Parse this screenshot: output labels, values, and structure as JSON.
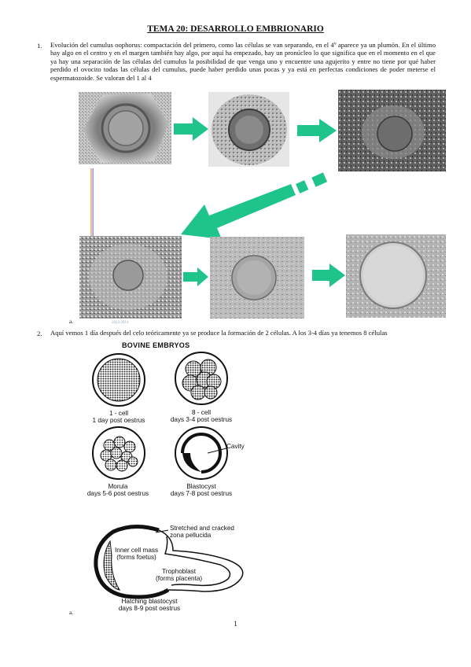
{
  "title": "TEMA 20: DESARROLLO EMBRIONARIO",
  "items": [
    {
      "number": "1.",
      "text": "Evolución del cumulus oophorus: compactación del primero, como las células se van separando, en el 4º aparece ya un plumón. En el último hay algo en el centro y en el margen también hay algo, por aquí ha empezado, hay un pronúcleo lo que significa que en el momento en el que ya hay una separación de las células del cumulus la posibilidad de que venga uno y encuentre una agujerito y entre no tiene por qué haber perdido el ovocito todas las células del cumulus, puede haber perdido unas pocas y ya está en perfectas condiciones de poder meterse el espermatozoide. Se valoran del 1 al 4",
      "sub_label": "a.",
      "faint_text": "2012/2014"
    },
    {
      "number": "2.",
      "text": "Aquí vemos 1 día después del celo teóricamente ya se produce la formación de 2 células. A los 3-4 días ya tenemos 8 células",
      "sub_label": "a."
    }
  ],
  "diagram": {
    "title": "BOVINE EMBRYOS",
    "stages": [
      {
        "line1": "1 - cell",
        "line2": "1 day post oestrus"
      },
      {
        "line1": "8 - cell",
        "line2": "days 3-4 post oestrus"
      },
      {
        "line1": "Morula",
        "line2": "days 5-6 post oestrus"
      },
      {
        "line1": "Blastocyst",
        "line2": "days 7-8 post oestrus"
      }
    ],
    "cavity_label": "Cavity",
    "hatching": {
      "zona_label_1": "Stretched and cracked",
      "zona_label_2": "zona pellucida",
      "icm_label_1": "Inner cell mass",
      "icm_label_2": "(forms foetus)",
      "troph_label_1": "Trophoblast",
      "troph_label_2": "(forms placenta)",
      "stage_line1": "Hatching blastocyst",
      "stage_line2": "days 8-9 post oestrus"
    }
  },
  "page_number": "1",
  "colors": {
    "arrow": "#1fc48a",
    "arrow_dark": "#12a672"
  }
}
